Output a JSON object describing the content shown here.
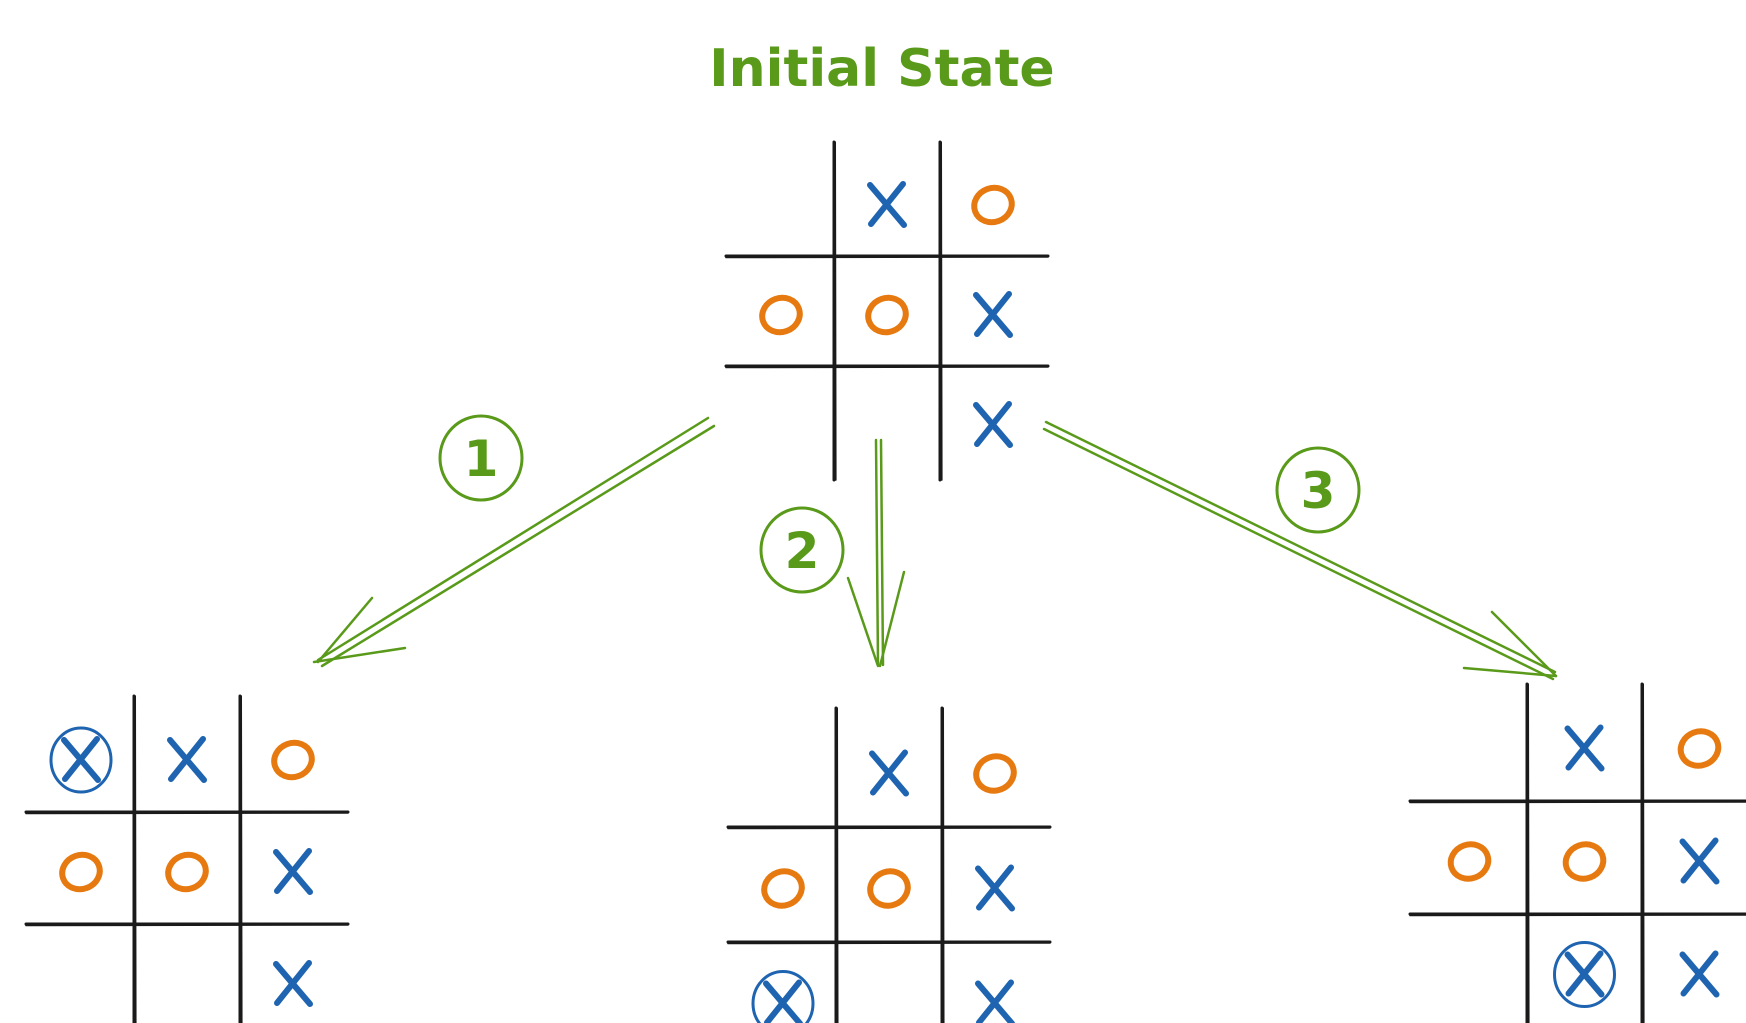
{
  "title": "Initial State",
  "colors": {
    "accent": "#5a9a1a",
    "x_mark": "#1f64b0",
    "o_mark": "#e67a10",
    "grid": "#1a1a1a"
  },
  "boards": {
    "initial": {
      "cells": [
        "",
        "X",
        "O",
        "O",
        "O",
        "X",
        "",
        "",
        "X"
      ],
      "highlight": -1
    },
    "option_1": {
      "cells": [
        "X",
        "X",
        "O",
        "O",
        "O",
        "X",
        "",
        "",
        "X"
      ],
      "highlight": 0
    },
    "option_2": {
      "cells": [
        "",
        "X",
        "O",
        "O",
        "O",
        "X",
        "X",
        "",
        "X"
      ],
      "highlight": 6
    },
    "option_3": {
      "cells": [
        "",
        "X",
        "O",
        "O",
        "O",
        "X",
        "",
        "X",
        "X"
      ],
      "highlight": 7
    }
  },
  "moves": [
    {
      "label": "1"
    },
    {
      "label": "2"
    },
    {
      "label": "3"
    }
  ]
}
